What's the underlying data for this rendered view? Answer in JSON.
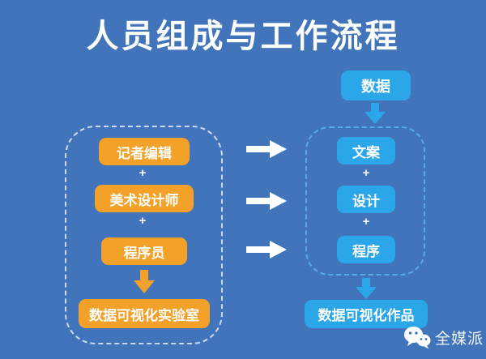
{
  "title": "人员组成与工作流程",
  "left_group": {
    "items": [
      "记者编辑",
      "美术设计师",
      "程序员"
    ],
    "plus": "+",
    "result": "数据可视化实验室"
  },
  "right_group": {
    "input": "数据",
    "items": [
      "文案",
      "设计",
      "程序"
    ],
    "plus": "+",
    "result": "数据可视化作品"
  },
  "watermark": {
    "label": "全媒派",
    "icon": "wechat-icon"
  },
  "icons": {
    "flow_arrows": "right-arrow-icon",
    "left_down_arrow": "down-arrow-icon-orange",
    "right_down_arrows": "down-arrow-icon-cyan"
  },
  "colors": {
    "background": "#4274BB",
    "orange": "#F3A128",
    "cyan": "#2BA6E9",
    "text": "#FFFFFF",
    "dash_left": "#E4EBF5",
    "dash_right": "#58AAE4"
  }
}
